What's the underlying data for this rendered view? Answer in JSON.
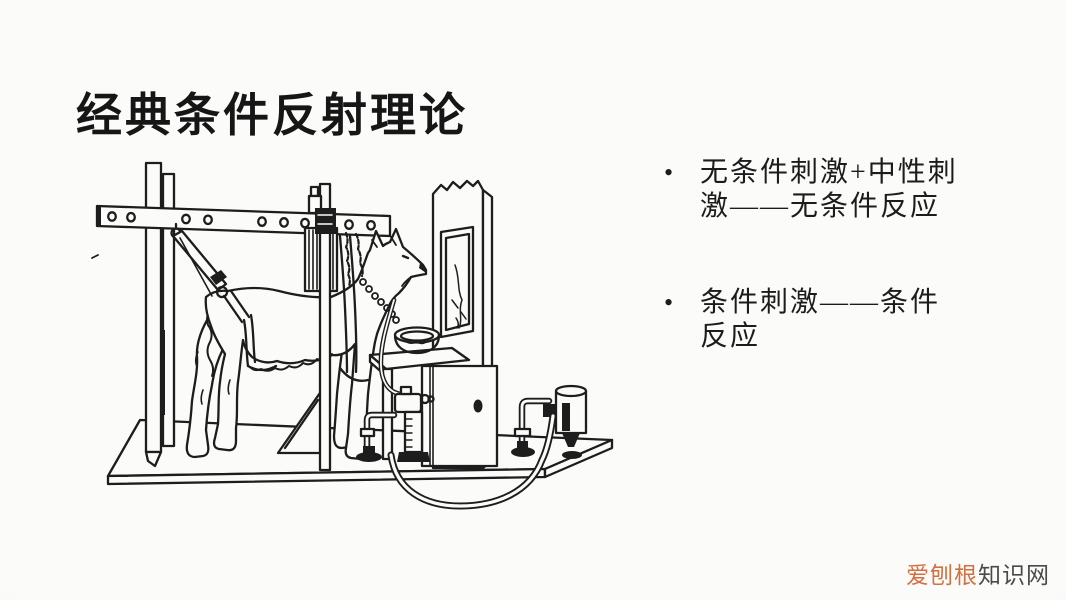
{
  "slide": {
    "title": "经典条件反射理论",
    "bullet_char": "•",
    "bullets": [
      {
        "line1": "无条件刺激+中性刺",
        "line2": "激——无条件反应"
      },
      {
        "line1": "条件刺激——条件",
        "line2": "反应"
      }
    ]
  },
  "illustration": {
    "description": "巴甫洛夫经典条件反射实验装置线描图：狗被吊带固定在木架上，面向带观察窗的隔板，前方有食盆，唾液经导管流入计量瓶"
  },
  "watermark": {
    "brand": "爱刨根",
    "site": "知识网"
  },
  "colors": {
    "background": "#f6f6f4",
    "ink": "#1d1d1d",
    "watermark_brand": "#d4703f",
    "watermark_site": "#4a4a4a"
  }
}
